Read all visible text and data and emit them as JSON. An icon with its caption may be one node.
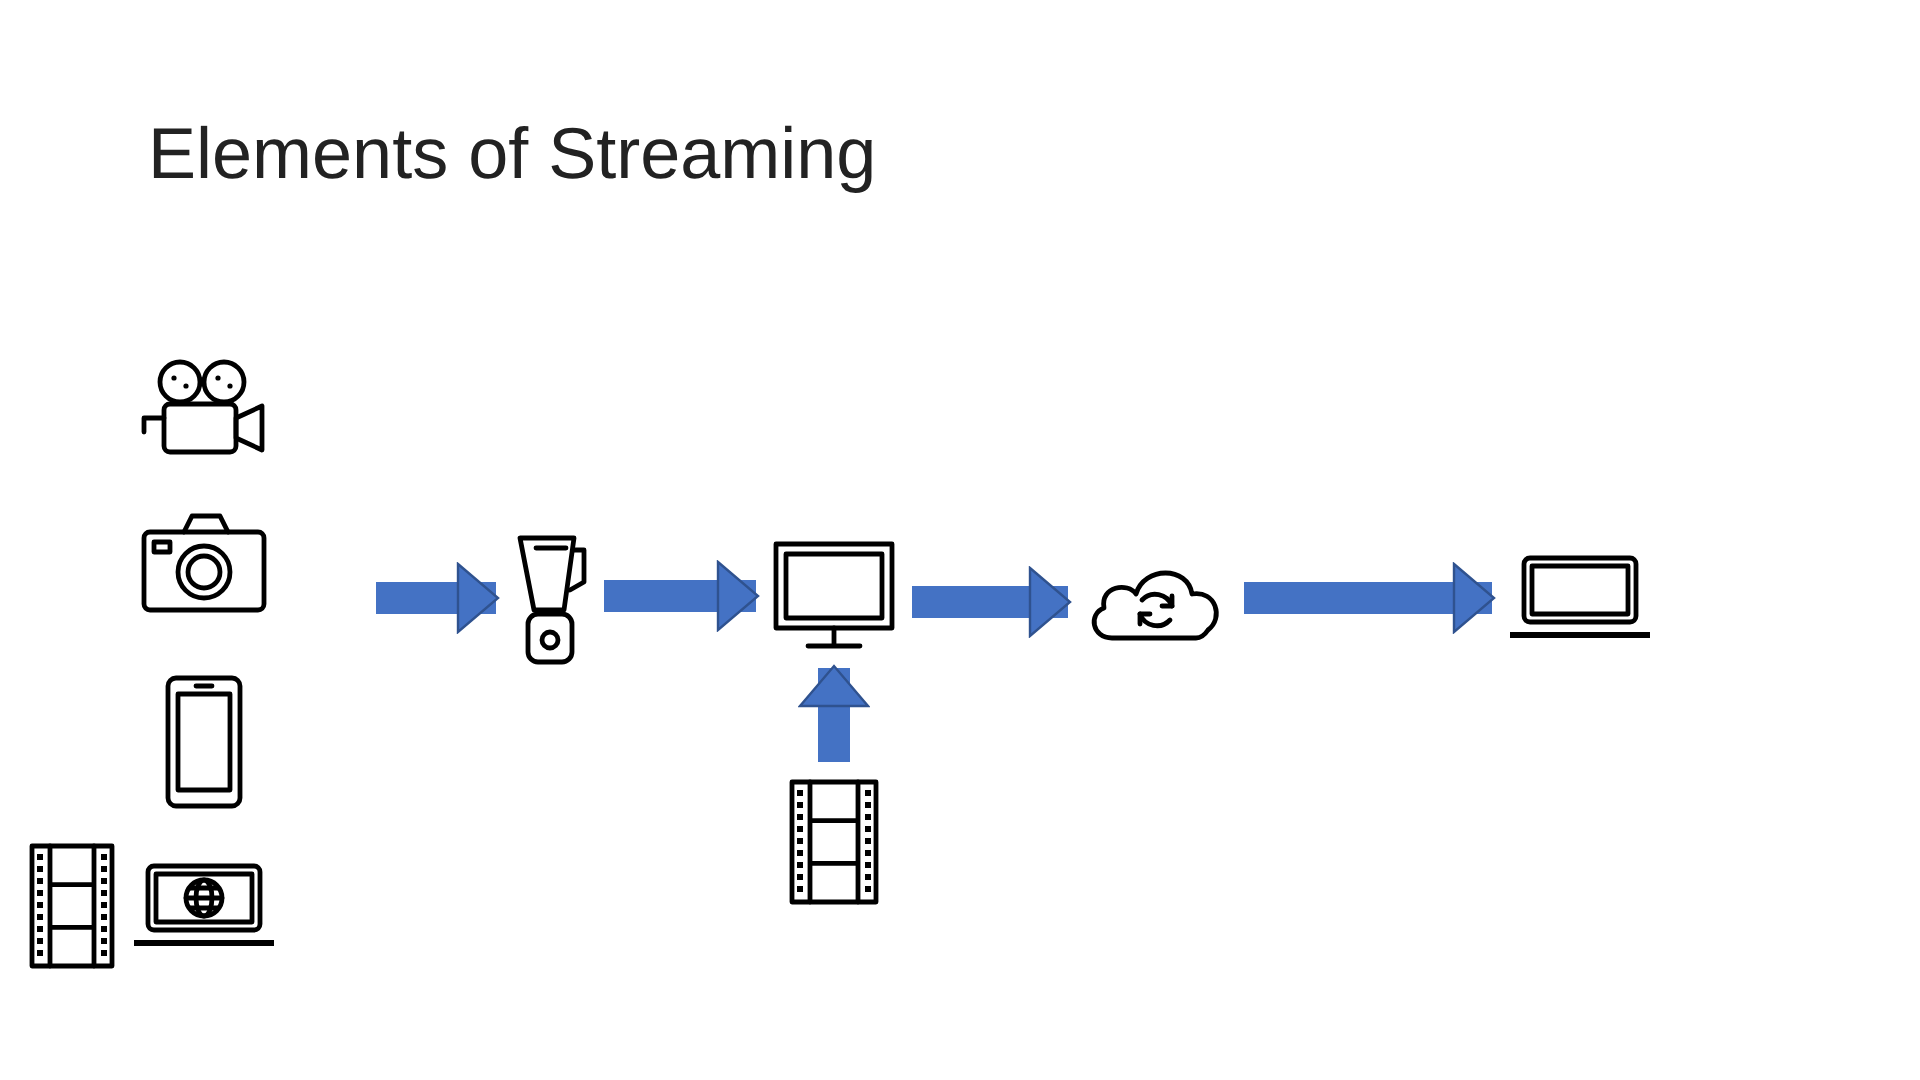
{
  "diagram": {
    "title": "Elements of Streaming",
    "nodes": [
      {
        "text": [],
        "shape": "video-camera"
      },
      {
        "text": [],
        "shape": "camera"
      },
      {
        "text": [],
        "shape": "phone"
      },
      {
        "text": [],
        "shape": "film"
      },
      {
        "text": [],
        "shape": "browser"
      },
      {
        "text": [],
        "shape": "blender"
      },
      {
        "text": [],
        "shape": "monitor"
      },
      {
        "text": [],
        "shape": "film"
      },
      {
        "text": [],
        "shape": "cloud"
      },
      {
        "text": [],
        "shape": "laptop"
      }
    ],
    "edges": [
      {
        "from": null,
        "to": 5,
        "arrow": "to"
      },
      {
        "from": 5,
        "to": 6,
        "arrow": "to"
      },
      {
        "from": 7,
        "to": 6,
        "arrow": "to"
      },
      {
        "from": 6,
        "to": 8,
        "arrow": "to"
      },
      {
        "from": 8,
        "to": 9,
        "arrow": "to"
      }
    ]
  }
}
